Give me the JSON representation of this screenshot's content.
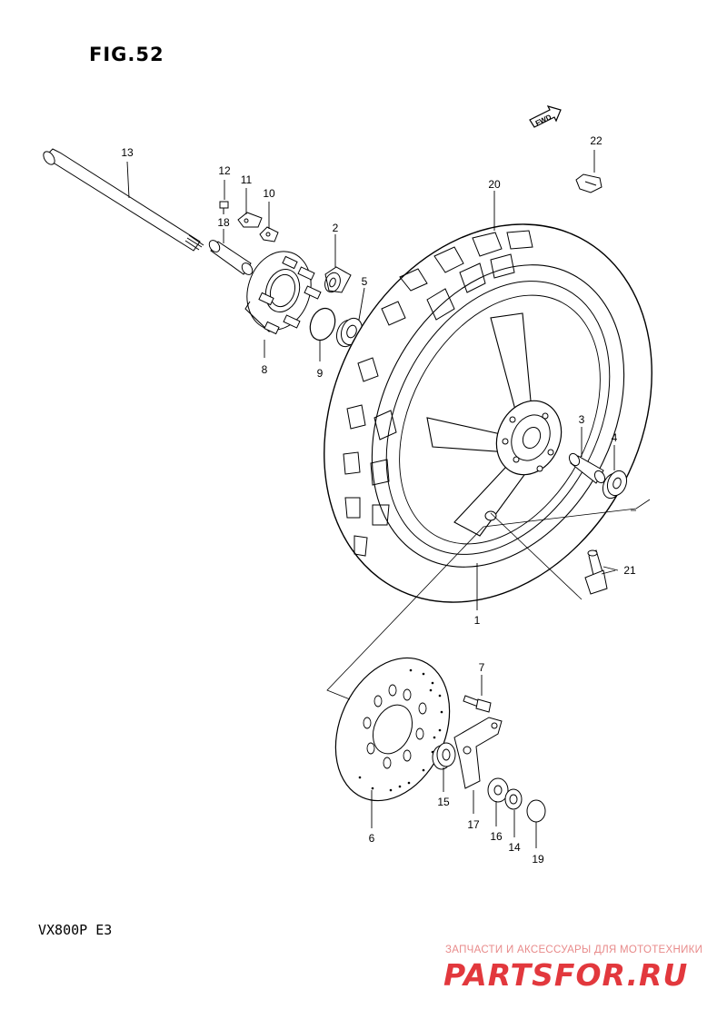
{
  "figure": {
    "title": "FIG.52",
    "model": "VX800P  E3",
    "fwd_label": "FWD"
  },
  "watermark": {
    "tagline": "ЗАПЧАСТИ И АКСЕССУАРЫ ДЛЯ МОТОТЕХНИКИ",
    "logo": "PARTSFOR.RU"
  },
  "callouts": [
    {
      "id": "1",
      "text": "1"
    },
    {
      "id": "2",
      "text": "2"
    },
    {
      "id": "3",
      "text": "3"
    },
    {
      "id": "4",
      "text": "4"
    },
    {
      "id": "5",
      "text": "5"
    },
    {
      "id": "6",
      "text": "6"
    },
    {
      "id": "7",
      "text": "7"
    },
    {
      "id": "8",
      "text": "8"
    },
    {
      "id": "9",
      "text": "9"
    },
    {
      "id": "10",
      "text": "10"
    },
    {
      "id": "11",
      "text": "11"
    },
    {
      "id": "12",
      "text": "12"
    },
    {
      "id": "13",
      "text": "13"
    },
    {
      "id": "14",
      "text": "14"
    },
    {
      "id": "15",
      "text": "15"
    },
    {
      "id": "16",
      "text": "16"
    },
    {
      "id": "17",
      "text": "17"
    },
    {
      "id": "18",
      "text": "18"
    },
    {
      "id": "19",
      "text": "19"
    },
    {
      "id": "20",
      "text": "20"
    },
    {
      "id": "21",
      "text": "21"
    },
    {
      "id": "22",
      "text": "22"
    }
  ],
  "colors": {
    "line": "#000000",
    "watermark_logo": "#e2383d",
    "watermark_text": "#e88a8a"
  }
}
